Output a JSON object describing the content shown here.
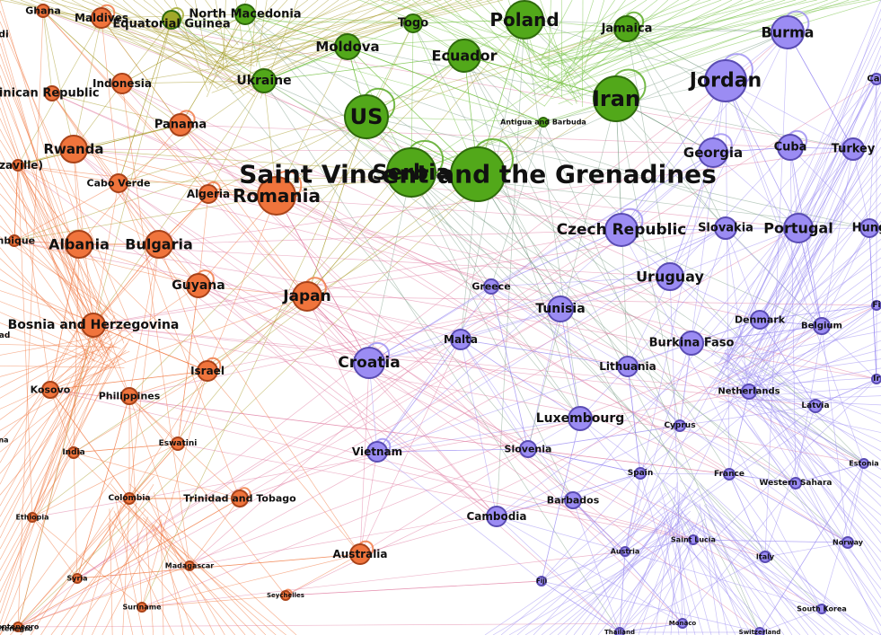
{
  "colors": {
    "orange": "#f0743c",
    "orange_stroke": "#a8431a",
    "green": "#52a81a",
    "green_stroke": "#2f6a0c",
    "purple": "#9b8cf3",
    "purple_stroke": "#5a4cb3",
    "edge_orange": "#f0743c",
    "edge_olive": "#a89a28",
    "edge_green": "#6fbf3a",
    "edge_gray": "#7fa08a",
    "edge_purple": "#9b8cf3",
    "edge_pink": "#e07aa0",
    "background": "#ffffff"
  },
  "graph": {
    "nodes": [
      {
        "id": "ghana",
        "label": "Ghana",
        "group": "orange"
      },
      {
        "id": "maldives",
        "label": "Maldives",
        "group": "orange"
      },
      {
        "id": "eqguinea",
        "label": "Equatorial Guinea",
        "group": "olive"
      },
      {
        "id": "nmacedonia",
        "label": "North Macedonia",
        "group": "green"
      },
      {
        "id": "togo",
        "label": "Togo",
        "group": "green"
      },
      {
        "id": "poland",
        "label": "Poland",
        "group": "green"
      },
      {
        "id": "jamaica",
        "label": "Jamaica",
        "group": "green"
      },
      {
        "id": "burma",
        "label": "Burma",
        "group": "purple"
      },
      {
        "id": "moldova",
        "label": "Moldova",
        "group": "green"
      },
      {
        "id": "ecuador",
        "label": "Ecuador",
        "group": "green"
      },
      {
        "id": "jordan",
        "label": "Jordan",
        "group": "purple"
      },
      {
        "id": "iran",
        "label": "Iran",
        "group": "green"
      },
      {
        "id": "indonesia",
        "label": "Indonesia",
        "group": "orange"
      },
      {
        "id": "ukraine",
        "label": "Ukraine",
        "group": "green"
      },
      {
        "id": "dominican",
        "label": "minican Republic",
        "group": "orange"
      },
      {
        "id": "us",
        "label": "US",
        "group": "green"
      },
      {
        "id": "panama",
        "label": "Panama",
        "group": "orange"
      },
      {
        "id": "antigua",
        "label": "Antigua and Barbuda",
        "group": "green"
      },
      {
        "id": "rwanda",
        "label": "Rwanda",
        "group": "orange"
      },
      {
        "id": "georgia",
        "label": "Georgia",
        "group": "purple"
      },
      {
        "id": "cuba",
        "label": "Cuba",
        "group": "purple"
      },
      {
        "id": "turkey",
        "label": "Turkey",
        "group": "purple"
      },
      {
        "id": "congo",
        "label": "zzaville)",
        "group": "orange"
      },
      {
        "id": "serbia",
        "label": "Serbia",
        "group": "green"
      },
      {
        "id": "svg",
        "label": "Saint Vincent and the Grenadines",
        "group": "green"
      },
      {
        "id": "caboverde",
        "label": "Cabo Verde",
        "group": "orange"
      },
      {
        "id": "algeria",
        "label": "Algeria",
        "group": "orange"
      },
      {
        "id": "romania",
        "label": "Romania",
        "group": "orange"
      },
      {
        "id": "czech",
        "label": "Czech Republic",
        "group": "purple"
      },
      {
        "id": "slovakia",
        "label": "Slovakia",
        "group": "purple"
      },
      {
        "id": "portugal",
        "label": "Portugal",
        "group": "purple"
      },
      {
        "id": "hungary",
        "label": "Hung",
        "group": "purple"
      },
      {
        "id": "mozambique",
        "label": "mbique",
        "group": "orange"
      },
      {
        "id": "albania",
        "label": "Albania",
        "group": "orange"
      },
      {
        "id": "bulgaria",
        "label": "Bulgaria",
        "group": "orange"
      },
      {
        "id": "uruguay",
        "label": "Uruguay",
        "group": "purple"
      },
      {
        "id": "guyana",
        "label": "Guyana",
        "group": "orange"
      },
      {
        "id": "japan",
        "label": "Japan",
        "group": "orange"
      },
      {
        "id": "greece",
        "label": "Greece",
        "group": "purple"
      },
      {
        "id": "tunisia",
        "label": "Tunisia",
        "group": "purple"
      },
      {
        "id": "bosnia",
        "label": "Bosnia and Herzegovina",
        "group": "orange"
      },
      {
        "id": "denmark",
        "label": "Denmark",
        "group": "purple"
      },
      {
        "id": "belgium",
        "label": "Belgium",
        "group": "purple"
      },
      {
        "id": "malta",
        "label": "Malta",
        "group": "purple"
      },
      {
        "id": "burkina",
        "label": "Burkina Faso",
        "group": "purple"
      },
      {
        "id": "croatia",
        "label": "Croatia",
        "group": "purple"
      },
      {
        "id": "israel",
        "label": "Israel",
        "group": "orange"
      },
      {
        "id": "lithuania",
        "label": "Lithuania",
        "group": "purple"
      },
      {
        "id": "kosovo",
        "label": "Kosovo",
        "group": "orange"
      },
      {
        "id": "philippines",
        "label": "Philippines",
        "group": "orange"
      },
      {
        "id": "netherlands",
        "label": "Netherlands",
        "group": "purple"
      },
      {
        "id": "latvia",
        "label": "Latvia",
        "group": "purple"
      },
      {
        "id": "luxembourg",
        "label": "Luxembourg",
        "group": "purple"
      },
      {
        "id": "cyprus",
        "label": "Cyprus",
        "group": "purple"
      },
      {
        "id": "eswatini",
        "label": "Eswatini",
        "group": "orange"
      },
      {
        "id": "india",
        "label": "India",
        "group": "orange"
      },
      {
        "id": "vietnam",
        "label": "Vietnam",
        "group": "purple"
      },
      {
        "id": "slovenia",
        "label": "Slovenia",
        "group": "purple"
      },
      {
        "id": "spain",
        "label": "Spain",
        "group": "purple"
      },
      {
        "id": "france",
        "label": "France",
        "group": "purple"
      },
      {
        "id": "wsahara",
        "label": "Western Sahara",
        "group": "purple"
      },
      {
        "id": "estonia",
        "label": "Estonia",
        "group": "purple"
      },
      {
        "id": "colombia",
        "label": "Colombia",
        "group": "orange"
      },
      {
        "id": "trinidad",
        "label": "Trinidad and Tobago",
        "group": "orange"
      },
      {
        "id": "barbados",
        "label": "Barbados",
        "group": "purple"
      },
      {
        "id": "ethiopia",
        "label": "Ethiopia",
        "group": "orange"
      },
      {
        "id": "cambodia",
        "label": "Cambodia",
        "group": "purple"
      },
      {
        "id": "austria",
        "label": "Austria",
        "group": "purple"
      },
      {
        "id": "stlucia",
        "label": "Saint Lucia",
        "group": "purple"
      },
      {
        "id": "norway",
        "label": "Norway",
        "group": "purple"
      },
      {
        "id": "australia",
        "label": "Australia",
        "group": "orange"
      },
      {
        "id": "madagascar",
        "label": "Madagascar",
        "group": "orange"
      },
      {
        "id": "italy",
        "label": "Italy",
        "group": "purple"
      },
      {
        "id": "fiji",
        "label": "Fiji",
        "group": "purple"
      },
      {
        "id": "syria",
        "label": "Syria",
        "group": "orange"
      },
      {
        "id": "seychelles",
        "label": "Seychelles",
        "group": "orange"
      },
      {
        "id": "suriname",
        "label": "Suriname",
        "group": "orange"
      },
      {
        "id": "skorea",
        "label": "South Korea",
        "group": "purple"
      },
      {
        "id": "montenegro",
        "label": "ontenegro",
        "group": "orange"
      },
      {
        "id": "monaco",
        "label": "Monaco",
        "group": "purple"
      },
      {
        "id": "thailand",
        "label": "Thailand",
        "group": "purple"
      },
      {
        "id": "switzerland",
        "label": "Switzerland",
        "group": "purple"
      },
      {
        "id": "canada",
        "label": "Can",
        "group": "purple"
      },
      {
        "id": "iceland",
        "label": "Ir",
        "group": "purple"
      },
      {
        "id": "finland",
        "label": "Fi",
        "group": "purple"
      },
      {
        "id": "edge_left1",
        "label": "di",
        "group": "orange"
      },
      {
        "id": "edge_left2",
        "label": "ad",
        "group": "orange"
      },
      {
        "id": "edge_left3",
        "label": "na",
        "group": "orange"
      },
      {
        "id": "edge_left4",
        "label": "ntenegro",
        "group": "orange"
      }
    ]
  }
}
